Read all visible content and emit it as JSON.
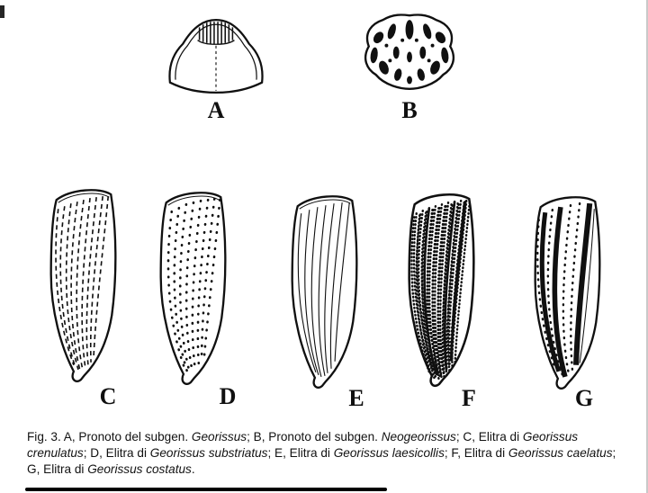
{
  "figure": {
    "panel_labels": {
      "a": "A",
      "b": "B",
      "c": "C",
      "d": "D",
      "e": "E",
      "f": "F",
      "g": "G"
    }
  },
  "caption": {
    "segments": [
      {
        "text": "Fig. 3. A, Pronoto del subgen. ",
        "italic": false
      },
      {
        "text": "Georissus",
        "italic": true
      },
      {
        "text": "; B, Pronoto del subgen. ",
        "italic": false
      },
      {
        "text": "Neogeorissus",
        "italic": true
      },
      {
        "text": "; C, Elitra di ",
        "italic": false
      },
      {
        "text": "Georissus crenulatus",
        "italic": true
      },
      {
        "text": "; D, Elitra di ",
        "italic": false
      },
      {
        "text": "Georissus substriatus",
        "italic": true
      },
      {
        "text": "; E, Elitra di ",
        "italic": false
      },
      {
        "text": "Georissus laesicollis",
        "italic": true
      },
      {
        "text": "; F, Elitra di ",
        "italic": false
      },
      {
        "text": "Georissus caelatus",
        "italic": true
      },
      {
        "text": "; G, Elitra di ",
        "italic": false
      },
      {
        "text": "Georissus costatus",
        "italic": true
      },
      {
        "text": ".",
        "italic": false
      }
    ]
  },
  "colors": {
    "ink": "#101010",
    "paper": "#ffffff"
  }
}
